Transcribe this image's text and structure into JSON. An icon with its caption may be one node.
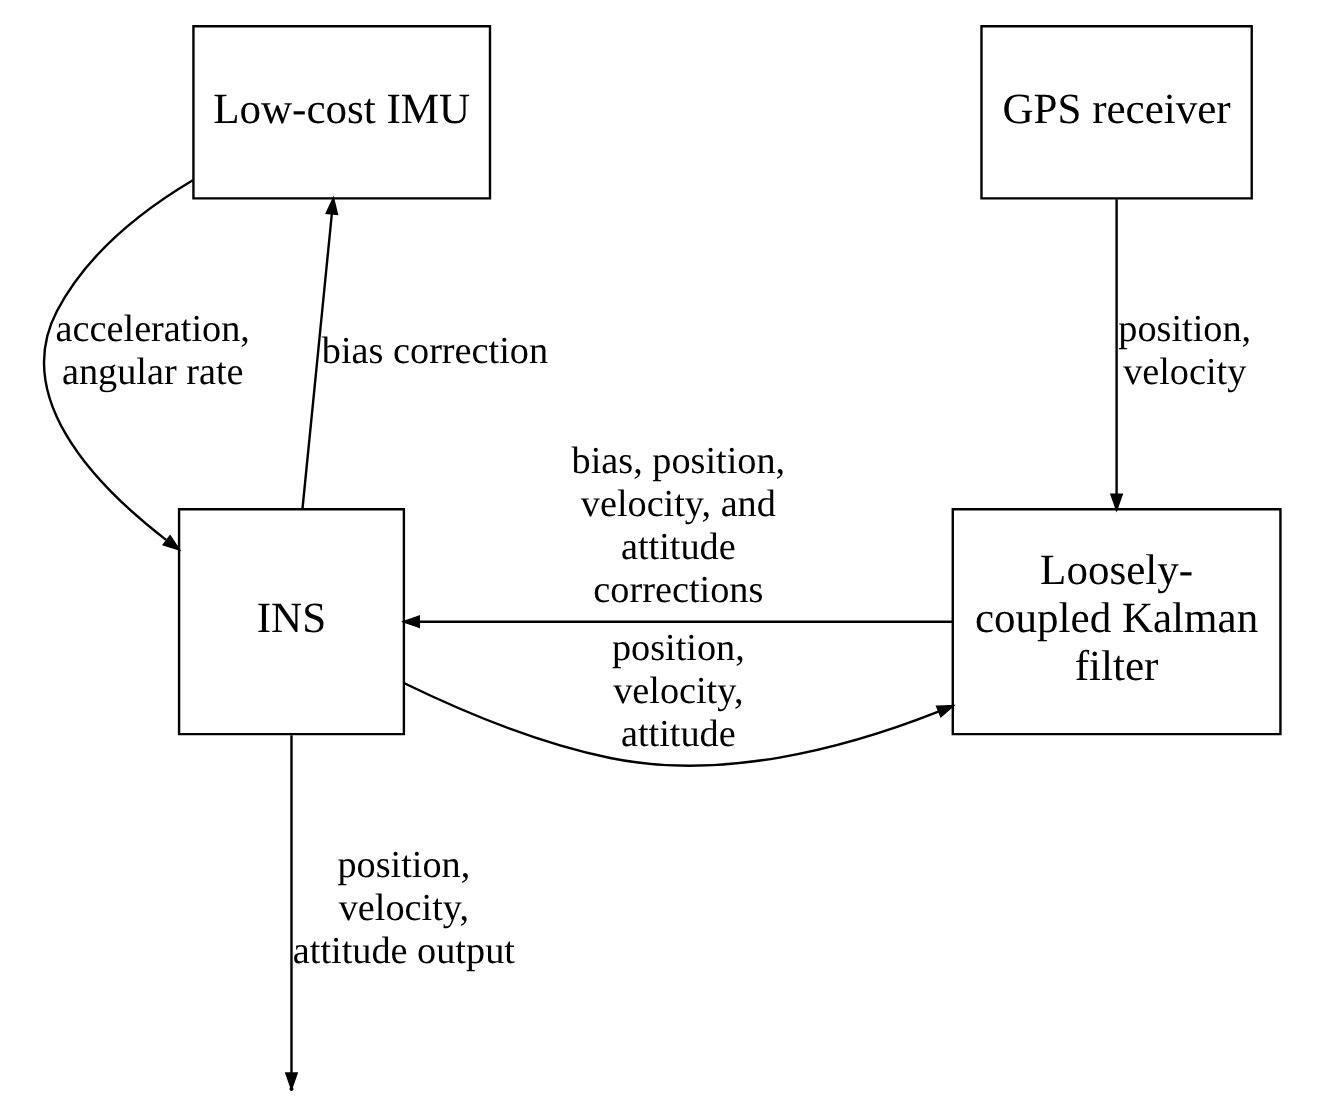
{
  "diagram": {
    "nodes": [
      {
        "text": [
          "Low-cost IMU"
        ]
      },
      {
        "text": [
          "GPS receiver"
        ]
      },
      {
        "text": [
          "INS"
        ]
      },
      {
        "text": [
          "Loosely-coupled Kalman filter"
        ]
      }
    ],
    "edges": [
      {
        "from": 2,
        "to": 0,
        "arrow": "to",
        "label": "bias correction"
      },
      {
        "from": 0,
        "to": 2,
        "arrow": "to",
        "label": "acceleration, angular rate"
      },
      {
        "from": 1,
        "to": 3,
        "arrow": "to",
        "label": "position, velocity"
      },
      {
        "from": 2,
        "to": 3,
        "arrow": "to",
        "label": "position, velocity, attitude"
      },
      {
        "from": 3,
        "to": 2,
        "arrow": "to",
        "label": "bias, position, velocity, and attitude corrections"
      },
      {
        "from": 2,
        "to": null,
        "arrow": "to",
        "label": "position, velocity, attitude output"
      }
    ]
  }
}
